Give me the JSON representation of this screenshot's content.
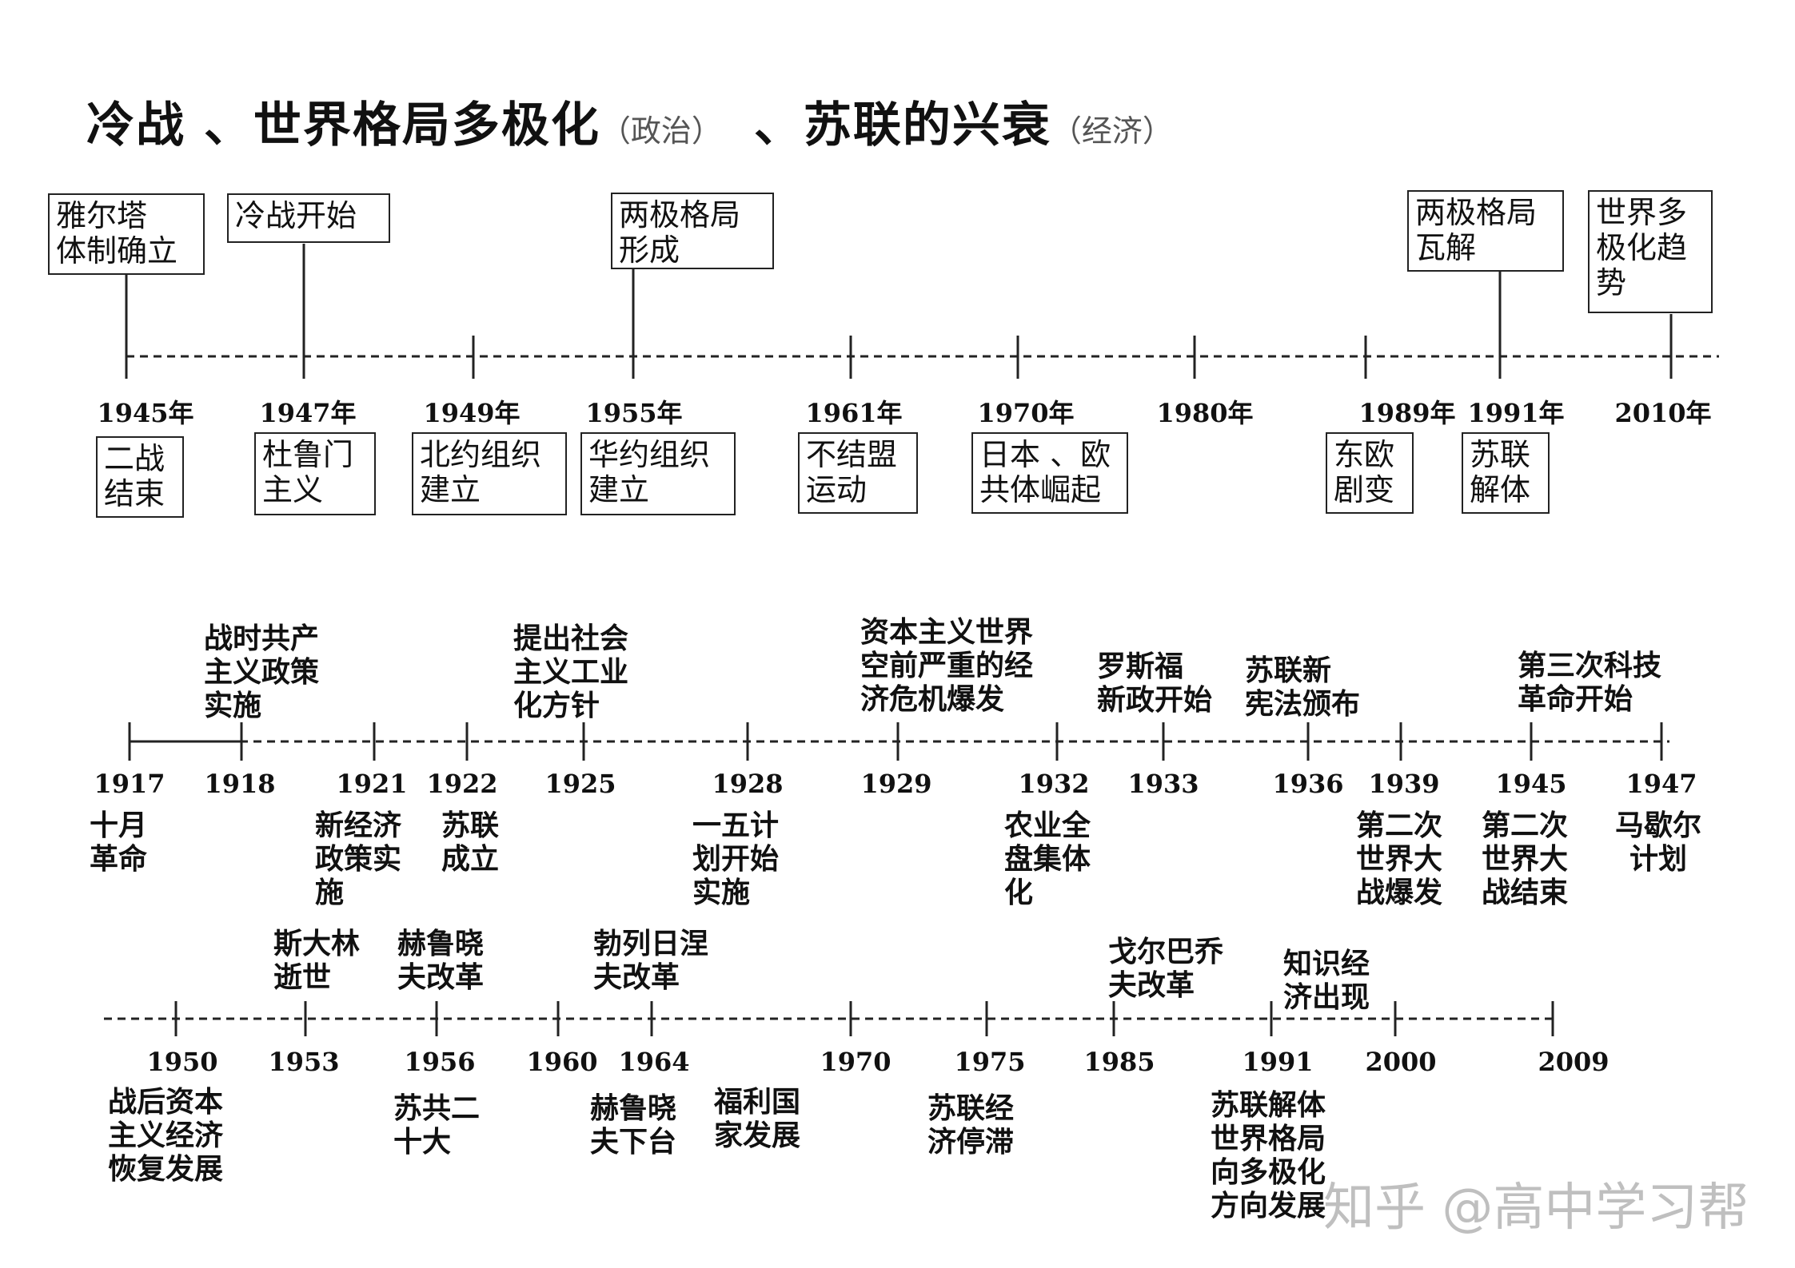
{
  "title": {
    "part1": "冷战 、世界格局多极化",
    "part1_note": "（政治）",
    "part2": "、苏联的兴衰",
    "part2_note": "（经济）"
  },
  "political": {
    "years": [
      "1945年",
      "1947年",
      "1949年",
      "1955年",
      "1961年",
      "1970年",
      "1980年",
      "1989年",
      "1991年",
      "2010年"
    ],
    "above": [
      "雅尔塔\n体制确立",
      "冷战开始",
      "两极格局\n形成",
      "两极格局\n瓦解",
      "世界多\n极化趋\n势"
    ],
    "below": [
      "二战\n结束",
      "杜鲁门\n主义",
      "北约组织\n建立",
      "华约组织\n建立",
      "不结盟\n运动",
      "日本 、欧\n共体崛起",
      "东欧\n剧变",
      "苏联\n解体"
    ]
  },
  "economy1": {
    "years": [
      "1917",
      "1918",
      "1921",
      "1922",
      "1925",
      "1928",
      "1929",
      "1932",
      "1933",
      "1936",
      "1939",
      "1945",
      "1947"
    ],
    "above": [
      "战时共产\n主义政策\n实施",
      "提出社会\n主义工业\n化方针",
      "资本主义世界\n空前严重的经\n济危机爆发",
      "罗斯福\n新政开始",
      "苏联新\n宪法颁布",
      "第三次科技\n革命开始"
    ],
    "below": [
      "十月\n革命",
      "新经济\n政策实\n施",
      "苏联\n成立",
      "一五计\n划开始\n实施",
      "农业全\n盘集体\n化",
      "第二次\n世界大\n战爆发",
      "第二次\n世界大\n战结束",
      "马歇尔\n计划"
    ]
  },
  "economy2": {
    "years": [
      "1950",
      "1953",
      "1956",
      "1960",
      "1964",
      "1970",
      "1975",
      "1985",
      "1991",
      "2000",
      "2009"
    ],
    "above": [
      "斯大林\n逝世",
      "赫鲁晓\n夫改革",
      "勃列日涅\n夫改革",
      "戈尔巴乔\n夫改革",
      "知识经\n济出现"
    ],
    "below": [
      "战后资本\n主义经济\n恢复发展",
      "苏共二\n十大",
      "赫鲁晓\n夫下台",
      "福利国\n家发展",
      "苏联经\n济停滞",
      "苏联解体\n世界格局\n向多极化\n方向发展"
    ]
  },
  "watermark": "知乎 @高中学习帮"
}
